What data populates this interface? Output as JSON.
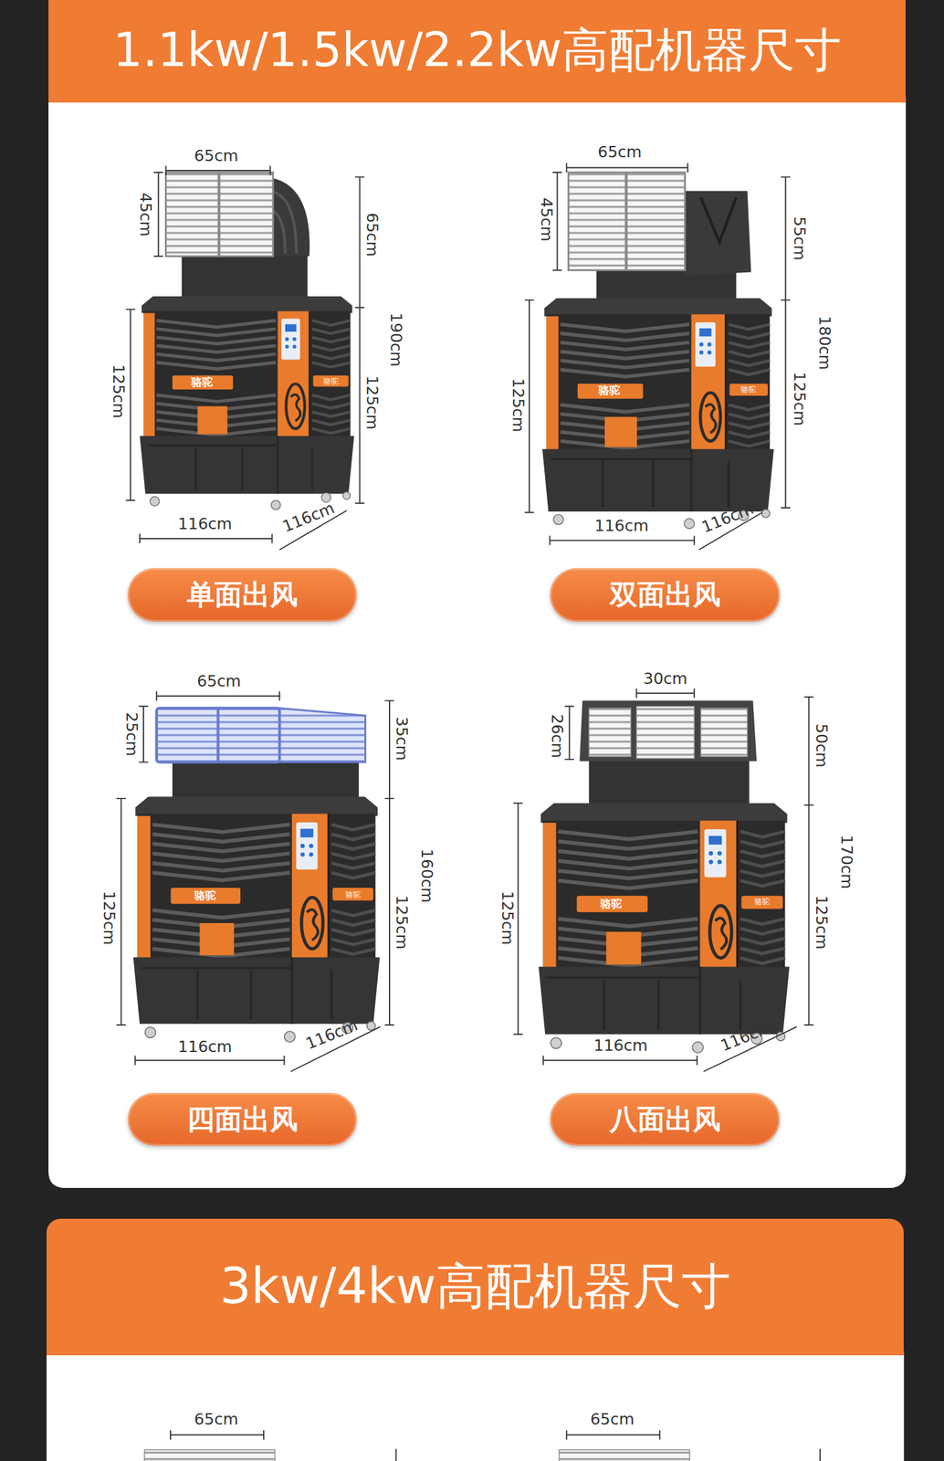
{
  "diagram": {
    "nodes": [
      {
        "text": [
          "1.1kw/1.5kw/2.2kw高配机器尺寸"
        ]
      },
      {
        "text": [
          "单面出风"
        ]
      },
      {
        "text": [
          "双面出风"
        ]
      },
      {
        "text": [
          "四面出风"
        ]
      },
      {
        "text": [
          "八面出风"
        ]
      },
      {
        "text": [
          "3kw/4kw高配机器尺寸"
        ]
      }
    ],
    "labels": [
      "65cm",
      "45cm",
      "65cm",
      "190cm",
      "125cm",
      "125cm",
      "116cm",
      "116cm",
      "骆驼",
      "骆驼",
      "65cm",
      "45cm",
      "55cm",
      "180cm",
      "125cm",
      "125cm",
      "116cm",
      "116cm",
      "骆驼",
      "骆驼",
      "65cm",
      "25cm",
      "35cm",
      "160cm",
      "125cm",
      "125cm",
      "116cm",
      "116cm",
      "骆驼",
      "骆驼",
      "30cm",
      "26cm",
      "50cm",
      "170cm",
      "125cm",
      "125cm",
      "116cm",
      "116cm",
      "骆驼",
      "骆驼",
      "65cm",
      "65cm"
    ]
  }
}
